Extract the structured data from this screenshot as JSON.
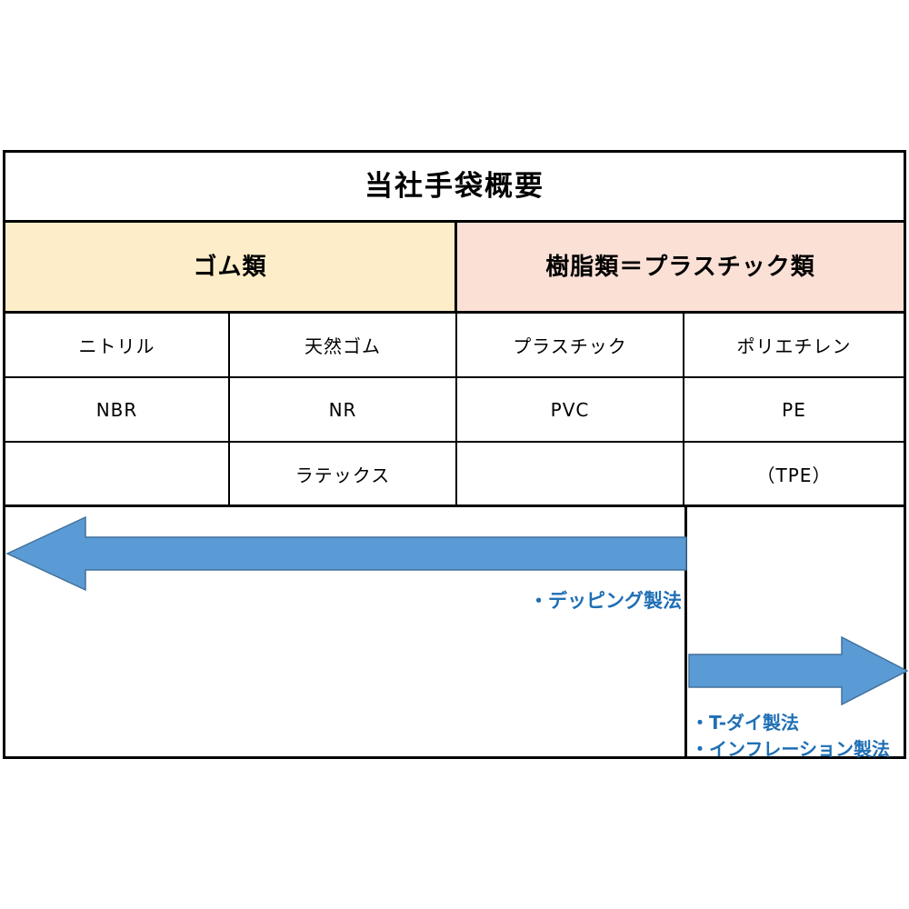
{
  "diagram": {
    "title": "当社手袋概要",
    "categories": [
      {
        "label": "ゴム類",
        "color": "#fdeec9"
      },
      {
        "label": "樹脂類＝プラスチック類",
        "color": "#fbe0d6"
      }
    ],
    "columns": [
      "ニトリル",
      "天然ゴム",
      "プラスチック",
      "ポリエチレン"
    ],
    "rows": [
      [
        "ニトリル",
        "天然ゴム",
        "プラスチック",
        "ポリエチレン"
      ],
      [
        "NBR",
        "NR",
        "PVC",
        "PE"
      ],
      [
        "",
        "ラテックス",
        "",
        "（TPE）"
      ]
    ],
    "arrows": {
      "left": {
        "direction": "left",
        "color": "#5b9bd5",
        "border_color": "#41719c",
        "label": "・デッピング製法"
      },
      "right": {
        "direction": "right",
        "color": "#5b9bd5",
        "border_color": "#41719c",
        "labels": [
          "・T-ダイ製法",
          "・インフレーション製法"
        ]
      }
    },
    "label_color": "#1f6fb5"
  }
}
